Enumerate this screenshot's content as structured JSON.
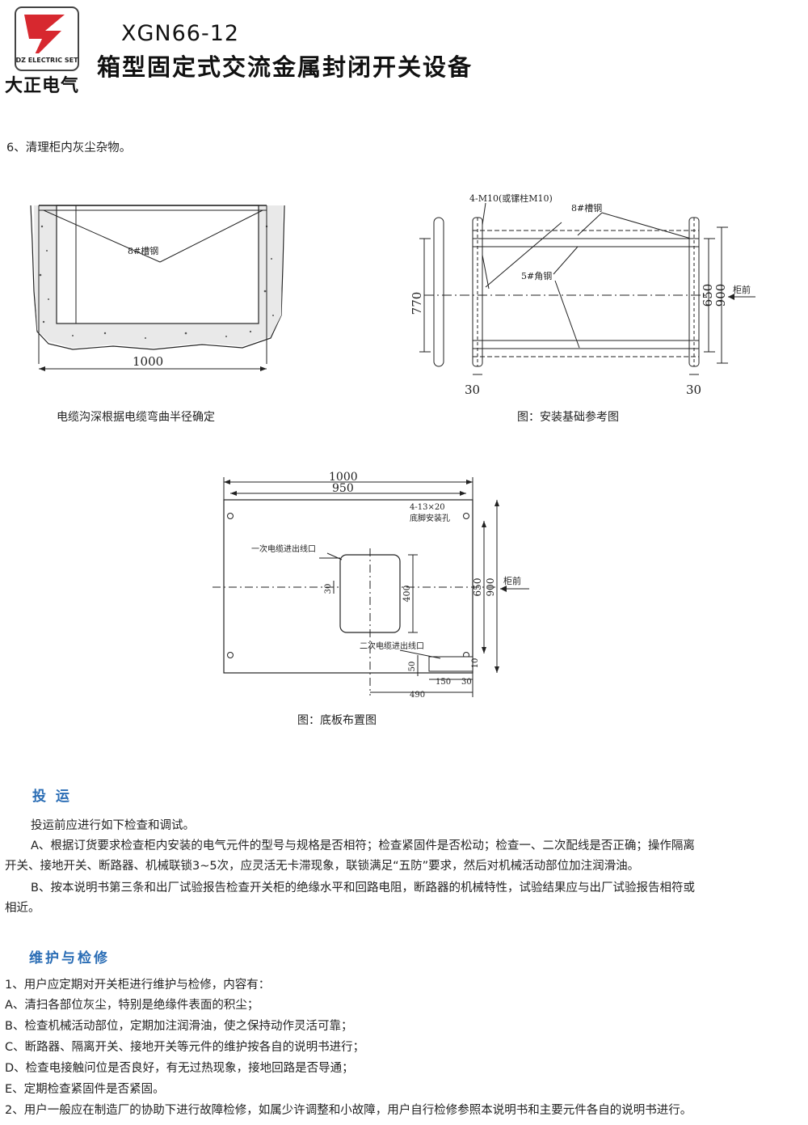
{
  "header": {
    "logo_text": "DZ ELECTRIC SET",
    "brand": "大正电气",
    "model": "XGN66-12",
    "title": "箱型固定式交流金属封闭开关设备"
  },
  "step6": "6、清理柜内灰尘杂物。",
  "fig1": {
    "label_channel": "8#槽钢",
    "dim_width": "1000",
    "caption": "电缆沟深根据电缆弯曲半径确定"
  },
  "fig2": {
    "label_bolt": "4-M10(或镙柱M10)",
    "label_channel": "8#槽钢",
    "label_angle": "5#角钢",
    "dim_770": "770",
    "dim_650": "650",
    "dim_900": "900",
    "label_front": "柜前",
    "dim_30_left": "30",
    "dim_30_right": "30",
    "caption": "图：安装基础参考图"
  },
  "fig3": {
    "dim_1000": "1000",
    "dim_950": "950",
    "label_holes": "4-13×20",
    "label_holes2": "底脚安装孔",
    "label_primary": "一次电缆进出线口",
    "label_secondary": "二次电缆进出线口",
    "dim_30": "30",
    "dim_400": "400",
    "dim_650": "650",
    "dim_900": "900",
    "dim_10": "10",
    "dim_50": "50",
    "dim_150": "150",
    "dim_30b": "30",
    "dim_490": "490",
    "label_front": "柜前",
    "caption": "图：底板布置图"
  },
  "section_transport": {
    "heading": "投 运",
    "p0": "投运前应进行如下检查和调试。",
    "pA_line1": "A、根据订货要求检查柜内安装的电气元件的型号与规格是否相符；检查紧固件是否松动；检查一、二次配线是否正确；操作隔离",
    "pA_line2": "开关、接地开关、断路器、机械联锁3~5次，应灵活无卡滞现象，联锁满足“五防”要求，然后对机械活动部位加注润滑油。",
    "pB_line1": "B、按本说明书第三条和出厂试验报告检查开关柜的绝缘水平和回路电阻，断路器的机械特性，试验结果应与出厂试验报告相符或",
    "pB_line2": "相近。"
  },
  "section_maintenance": {
    "heading": "维护与检修",
    "items": [
      "1、用户应定期对开关柜进行维护与检修，内容有：",
      "A、清扫各部位灰尘，特别是绝缘件表面的积尘；",
      "B、检查机械活动部位，定期加注润滑油，使之保持动作灵活可靠；",
      "C、断路器、隔离开关、接地开关等元件的维护按各自的说明书进行；",
      "D、检查电接触问位是否良好，有无过热现象，接地回路是否导通；",
      "E、定期检查紧固件是否紧固。",
      "2、用户一般应在制造厂的协助下进行故障检修，如属少许调整和小故障，用户自行检修参照本说明书和主要元件各自的说明书进行。"
    ]
  },
  "colors": {
    "heading": "#2a6db5",
    "logo_red": "#d7282f"
  }
}
